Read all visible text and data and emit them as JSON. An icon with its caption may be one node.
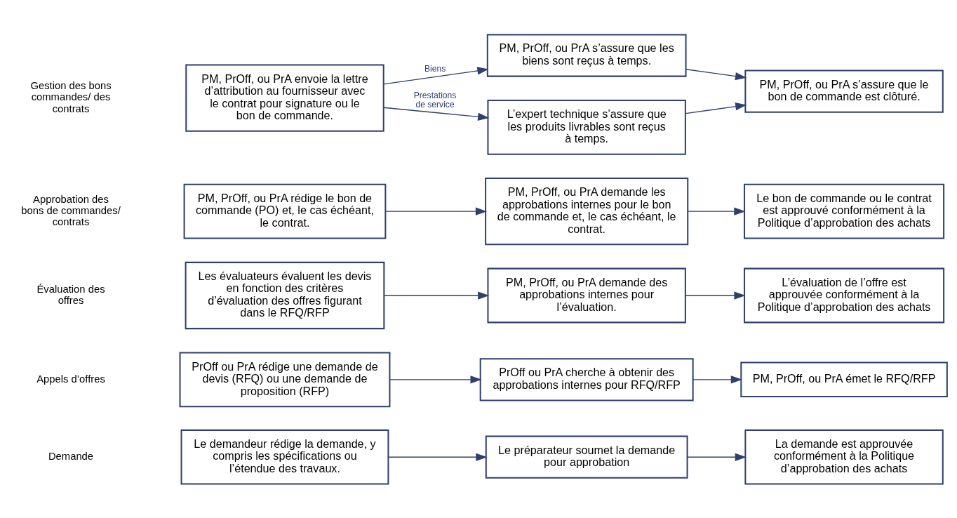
{
  "diagram": {
    "nodes": [
      {
        "text": [
          "Le demandeur rédige la demande, y compris les spécifications ou l’étendue des travaux."
        ]
      },
      {
        "text": [
          "Le préparateur soumet la demande pour approbation"
        ]
      },
      {
        "text": [
          "La demande est approuvée conformément à la Politique d’approbation des achats"
        ]
      },
      {
        "text": [
          "PrOff ou PrA rédige une demande de devis (RFQ) ou une demande de proposition (RFP)"
        ]
      },
      {
        "text": [
          "PrOff ou PrA cherche à obtenir des approbations internes pour RFQ/RFP"
        ]
      },
      {
        "text": [
          "PM, PrOff, ou PrA émet le RFQ/RFP"
        ]
      },
      {
        "text": [
          "Les évaluateurs évaluent les devis en fonction des critères d’évaluation des offres figurant dans le RFQ/RFP"
        ]
      },
      {
        "text": [
          "PM, PrOff, ou PrA demande des approbations internes pour l’évaluation."
        ]
      },
      {
        "text": [
          "L’évaluation de l’offre est approuvée conformément à la Politique d’approbation des achats"
        ]
      },
      {
        "text": [
          "PM, PrOff, ou PrA rédige le bon de commande (PO) et, le cas échéant, le contrat."
        ]
      },
      {
        "text": [
          "PM, PrOff, ou PrA demande les approbations internes pour le bon de commande et, le cas échéant, le contrat."
        ]
      },
      {
        "text": [
          "Le bon de commande ou le contrat est approuvé conformément à la Politique d’approbation des achats"
        ]
      },
      {
        "text": [
          "PM, PrOff, ou PrA envoie la lettre d’attribution au fournisseur avec le contrat pour signature ou le bon de commande."
        ]
      },
      {
        "text": [
          "PM, PrOff, ou PrA s’assure que les biens sont reçus à temps."
        ]
      },
      {
        "text": [
          "L’expert technique s’assure que les produits livrables sont reçus à temps."
        ]
      },
      {
        "text": [
          "PM, PrOff, ou PrA s’assure que le bon de commande est clôturé."
        ]
      }
    ],
    "edges": [
      {
        "from": 0,
        "to": 1,
        "arrow": "to"
      },
      {
        "from": 1,
        "to": 2,
        "arrow": "to"
      },
      {
        "from": 3,
        "to": 4,
        "arrow": "to"
      },
      {
        "from": 4,
        "to": 5,
        "arrow": "to"
      },
      {
        "from": 6,
        "to": 7,
        "arrow": "to"
      },
      {
        "from": 7,
        "to": 8,
        "arrow": "to"
      },
      {
        "from": 9,
        "to": 10,
        "arrow": "to"
      },
      {
        "from": 10,
        "to": 11,
        "arrow": "to"
      },
      {
        "from": 12,
        "to": 13,
        "arrow": "to",
        "label": "Biens"
      },
      {
        "from": 12,
        "to": 14,
        "arrow": "to",
        "label": "Prestations de service"
      },
      {
        "from": 13,
        "to": 15,
        "arrow": "to"
      },
      {
        "from": 14,
        "to": 15,
        "arrow": "to"
      }
    ],
    "labels": [
      "Demande",
      "Appels d’offres",
      "Évaluation des offres",
      "Approbation des bons de commandes/ contrats",
      "Gestion des bons commandes/ des contrats"
    ]
  }
}
